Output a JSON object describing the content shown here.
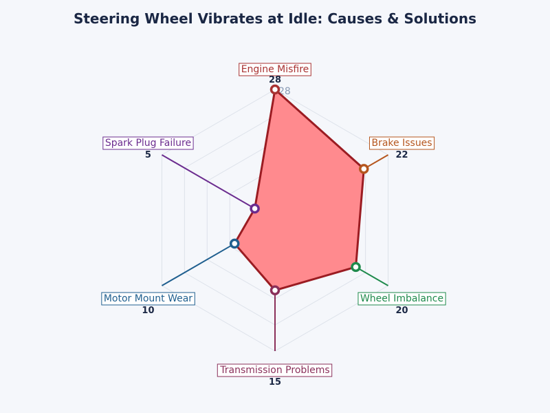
{
  "chart_data": {
    "type": "radar",
    "title": "Steering Wheel Vibrates at Idle: Causes & Solutions",
    "categories": [
      "Engine Misfire",
      "Brake Issues",
      "Wheel Imbalance",
      "Transmission Problems",
      "Motor Mount Wear",
      "Spark Plug Failure"
    ],
    "values": [
      28,
      22,
      20,
      15,
      10,
      5
    ],
    "colors": [
      "#a83232",
      "#b5561e",
      "#1f8a4c",
      "#8a2f5a",
      "#1f5f8f",
      "#6b2c8f"
    ],
    "fill_color": "#ff8a8e",
    "line_color": "#9b1c22",
    "rlim": [
      0,
      28
    ],
    "tick_label": "28",
    "grid": true
  }
}
